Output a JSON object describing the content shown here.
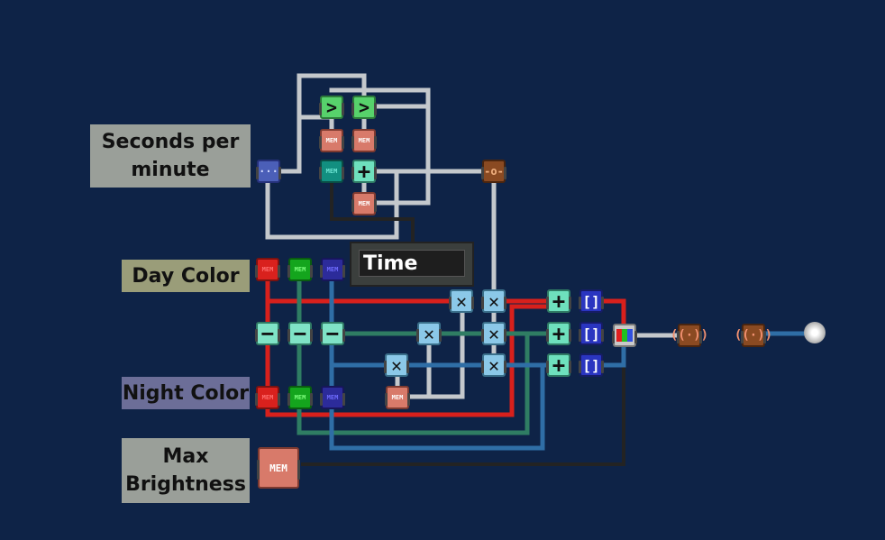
{
  "labels": {
    "seconds_per_minute": "Seconds per minute",
    "day_color": "Day Color",
    "night_color": "Night Color",
    "max_brightness": "Max Brightness"
  },
  "display": {
    "text": "Time"
  },
  "chips": {
    "mem": "MEM",
    "greater_than": ">",
    "plus": "+",
    "minus": "−",
    "multiply": "✕",
    "bracket": "[]",
    "constant": "···",
    "switch": "-o-",
    "wireless": "((·))"
  },
  "wire_colors": {
    "grey": "#c4c8cc",
    "red": "#d8201c",
    "green": "#2f7d63",
    "blue": "#2f6ea6",
    "black": "#222222"
  }
}
